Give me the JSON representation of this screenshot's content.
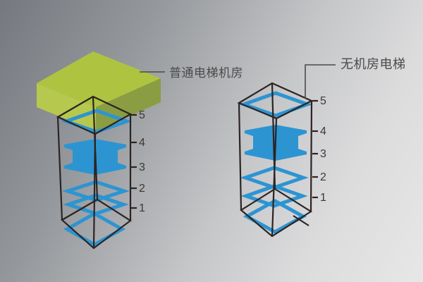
{
  "diagram": {
    "left_shaft": {
      "label": "普通电梯机房",
      "floor_marks": [
        "5",
        "4",
        "3",
        "2",
        "1"
      ]
    },
    "right_shaft": {
      "label": "无机房电梯",
      "floor_marks": [
        "5",
        "4",
        "3",
        "2",
        "1"
      ]
    }
  },
  "colors": {
    "blue": "#2d94d2",
    "green_top": "#aec340",
    "green_left": "#b6c84e",
    "green_right": "#8a9d43",
    "wireframe": "#2c2422",
    "tick_text": "#3d3835",
    "label_text": "#4b4b4b",
    "leader": "#4b4b4b"
  }
}
